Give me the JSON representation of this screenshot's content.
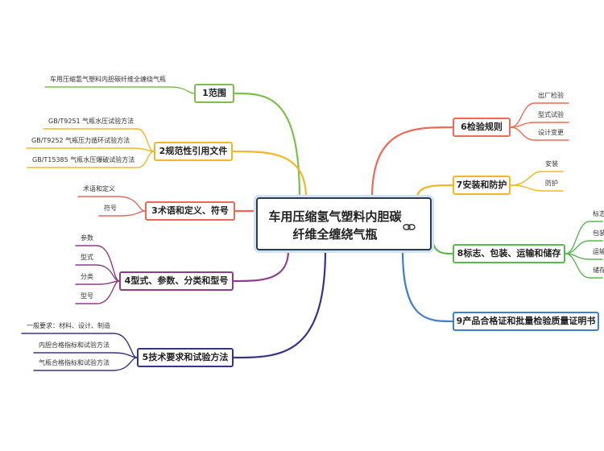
{
  "root": {
    "title": "车用压缩氢气塑料内胆碳纤维全缠绕气瓶"
  },
  "branches": [
    {
      "label": "1范围",
      "color": "#7cc04a",
      "children": [
        "车用压缩氢气塑料内胆碳纤维全缠绕气瓶"
      ]
    },
    {
      "label": "2规范性引用文件",
      "color": "#f2b728",
      "children": [
        "GB/T9251 气瓶水压试验方法",
        "GB/T9252 气瓶压力循环试验方法",
        "GB/T15385 气瓶水压爆破试验方法"
      ]
    },
    {
      "label": "3术语和定义、符号",
      "color": "#e8695a",
      "children": [
        "术语和定义",
        "符号"
      ]
    },
    {
      "label": "4型式、参数、分类和型号",
      "color": "#8e3e86",
      "children": [
        "参数",
        "型式",
        "分类",
        "型号"
      ]
    },
    {
      "label": "5技术要求和试验方法",
      "color": "#36338a",
      "children": [
        "一般要求：材料、设计、制造",
        "内胆合格指标和试验方法",
        "气瓶合格指标和试验方法"
      ]
    },
    {
      "label": "6检验规则",
      "color": "#ee6a57",
      "children": [
        "出厂检验",
        "型式试验",
        "设计变更"
      ]
    },
    {
      "label": "7安装和防护",
      "color": "#f2b728",
      "children": [
        "安装",
        "防护"
      ]
    },
    {
      "label": "8标志、包装、运输和储存",
      "color": "#5cb850",
      "children": [
        "标志",
        "包装",
        "运输",
        "储存"
      ]
    },
    {
      "label": "9产品合格证和批量检验质量证明书",
      "color": "#3f7fd0",
      "children": []
    }
  ]
}
